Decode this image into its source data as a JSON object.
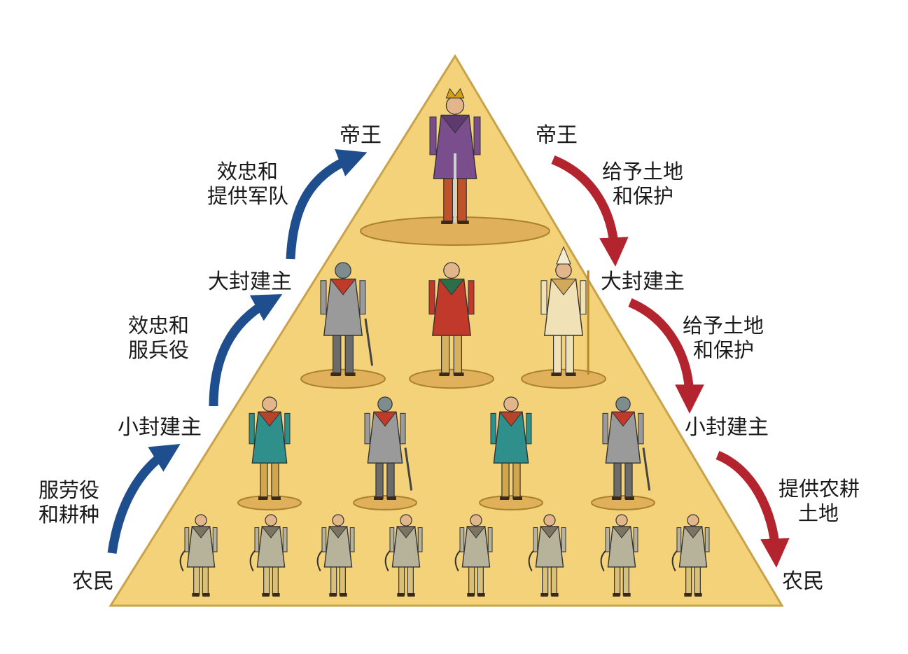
{
  "diagram": {
    "left_side": {
      "ranks": [
        "帝王",
        "大封建主",
        "小封建主",
        "农民"
      ],
      "duties": [
        [
          "效忠和",
          "提供军队"
        ],
        [
          "效忠和",
          "服兵役"
        ],
        [
          "服劳役",
          "和耕种"
        ]
      ]
    },
    "right_side": {
      "ranks": [
        "帝王",
        "大封建主",
        "小封建主",
        "农民"
      ],
      "duties": [
        [
          "给予土地",
          "和保护"
        ],
        [
          "给予土地",
          "和保护"
        ],
        [
          "提供农耕",
          "土地"
        ]
      ]
    },
    "colors": {
      "pyramid": "#f3d27a",
      "pyramid_edge": "#caa24a",
      "arrow_up": "#1f4e8f",
      "arrow_down": "#b3242f",
      "base": "#e0b15a"
    },
    "figures": {
      "top": [
        "king-figure"
      ],
      "level2": [
        "knight-figure",
        "noble-figure",
        "bishop-figure"
      ],
      "level3": [
        "vassal-figure",
        "knight-figure",
        "vassal-figure",
        "knight-figure"
      ],
      "level4": [
        "peasant-figure",
        "peasant-figure",
        "peasant-figure",
        "peasant-figure",
        "peasant-figure",
        "peasant-figure",
        "peasant-figure",
        "peasant-figure"
      ]
    }
  }
}
